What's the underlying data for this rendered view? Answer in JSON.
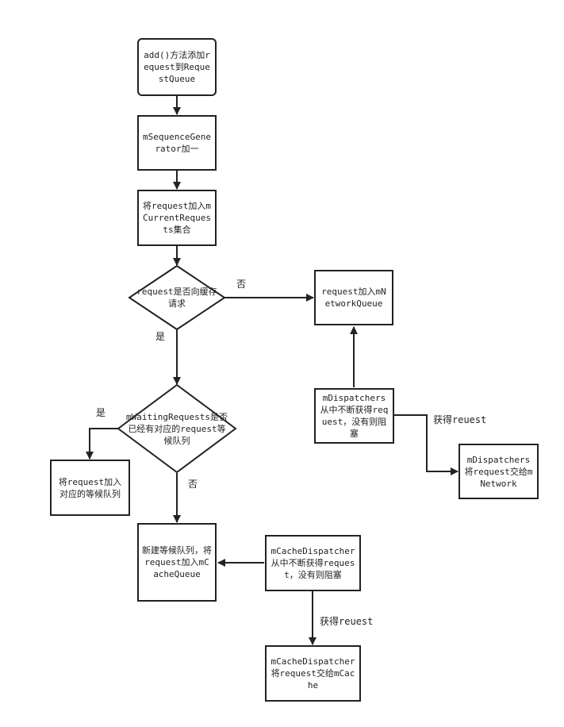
{
  "nodes": {
    "add_request": "add()方法添加request到RequestQueue",
    "sequence_generator": "mSequenceGenerator加一",
    "add_current_requests": "将request加入mCurrentRequests集合",
    "decision_cache": "request是否向缓存请求",
    "network_queue": "request加入mNetworkQueue",
    "network_dispatcher_loop": "mDispatchers从中不断获得request，没有则阻塞",
    "network_dispatcher_handoff": "mDispatchers将request交给mNetwork",
    "decision_waiting": "mWaitingRequests是否已经有对应的request等候队列",
    "add_to_waiting_queue": "将request加入对应的等候队列",
    "new_waiting_queue": "新建等候队列，将request加入mCacheQueue",
    "cache_dispatcher_loop": "mCacheDispatcher从中不断获得request，没有则阻塞",
    "cache_dispatcher_handoff": "mCacheDispatcher将request交给mCache"
  },
  "labels": {
    "cache_no": "否",
    "cache_yes": "是",
    "waiting_yes": "是",
    "waiting_no": "否",
    "network_get": "获得reuest",
    "cache_get": "获得reuest"
  },
  "colors": {
    "stroke": "#222222",
    "background": "#ffffff"
  }
}
